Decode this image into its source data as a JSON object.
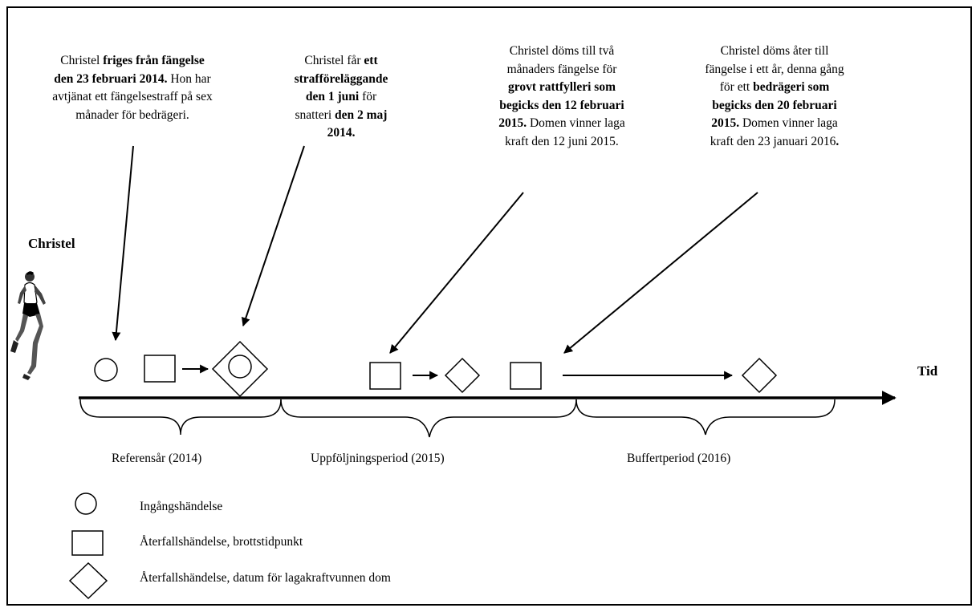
{
  "person": "Christel",
  "axis_label": "Tid",
  "annotations": [
    [
      "Christel ",
      {
        "b": "friges från fängelse"
      },
      {
        "br": 1
      },
      {
        "b": "den 23 februari 2014."
      },
      " Hon har",
      {
        "br": 1
      },
      "avtjänat ett fängelsestraff på sex",
      {
        "br": 1
      },
      "månader för bedrägeri."
    ],
    [
      "Christel får ",
      {
        "b": "ett"
      },
      {
        "br": 1
      },
      {
        "b": "strafföreläggande"
      },
      {
        "br": 1
      },
      {
        "b": "den 1 juni"
      },
      " för",
      {
        "br": 1
      },
      "snatteri ",
      {
        "b": "den 2 maj"
      },
      {
        "br": 1
      },
      {
        "b": "2014."
      }
    ],
    [
      "Christel döms till två",
      {
        "br": 1
      },
      "månaders fängelse för",
      {
        "br": 1
      },
      {
        "b": "grovt rattfylleri som"
      },
      {
        "br": 1
      },
      {
        "b": "begicks den 12 februari"
      },
      {
        "br": 1
      },
      {
        "b": "2015."
      },
      " Domen vinner laga",
      {
        "br": 1
      },
      "kraft den 12 juni 2015."
    ],
    [
      "Christel döms åter till",
      {
        "br": 1
      },
      "fängelse i ett år, denna gång",
      {
        "br": 1
      },
      "för ett ",
      {
        "b": "bedrägeri som"
      },
      {
        "br": 1
      },
      {
        "b": "begicks den 20 februari"
      },
      {
        "br": 1
      },
      {
        "b": "2015."
      },
      " Domen vinner laga",
      {
        "br": 1
      },
      "kraft den 23 januari 2016",
      {
        "b": "."
      }
    ]
  ],
  "periods": [
    "Referensår (2014)",
    "Uppföljningsperiod (2015)",
    "Buffertperiod (2016)"
  ],
  "legend": [
    {
      "shape": "circle-icon",
      "label": "Ingångshändelse"
    },
    {
      "shape": "square-icon",
      "label": "Återfallshändelse, brottstidpunkt"
    },
    {
      "shape": "diamond-icon",
      "label": "Återfallshändelse, datum för lagakraftvunnen dom"
    }
  ]
}
